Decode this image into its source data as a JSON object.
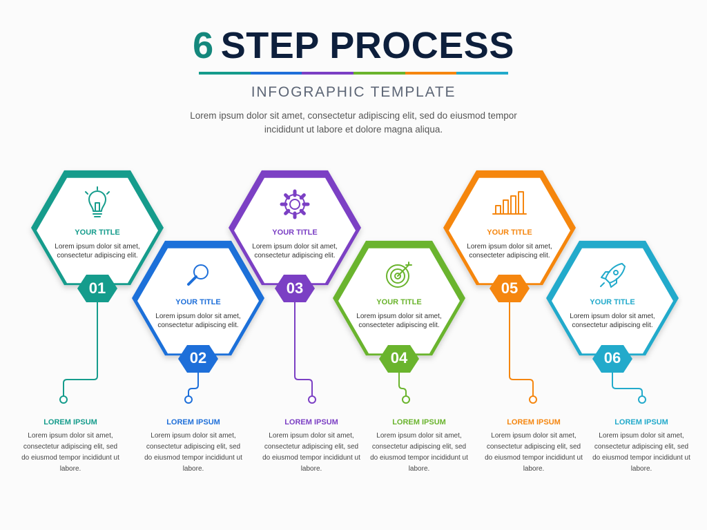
{
  "header": {
    "number": "6",
    "title": "STEP PROCESS",
    "subtitle": "INFOGRAPHIC TEMPLATE",
    "intro": "Lorem ipsum dolor sit amet, consectetur adipiscing elit, sed do eiusmod tempor incididunt ut labore et dolore magna aliqua."
  },
  "steps": [
    {
      "number": "01",
      "title": "YOUR TITLE",
      "text": "Lorem ipsum dolor sit amet, consectetur adipiscing elit.",
      "icon": "lightbulb-icon",
      "color": "#159c8c",
      "bottom_title": "LOREM IPSUM",
      "bottom_text": "Lorem ipsum dolor sit amet, consectetur adipiscing elit, sed do eiusmod tempor incididunt ut labore."
    },
    {
      "number": "02",
      "title": "YOUR TITLE",
      "text": "Lorem ipsum dolor sit amet, consectetur adipiscing elit.",
      "icon": "magnifier-icon",
      "color": "#1e6fd9",
      "bottom_title": "LOREM IPSUM",
      "bottom_text": "Lorem ipsum dolor sit amet, consectetur adipiscing elit, sed do eiusmod tempor incididunt ut labore."
    },
    {
      "number": "03",
      "title": "YOUR TITLE",
      "text": "Lorem ipsum dolor sit amet, consectetur adipiscing elit.",
      "icon": "gear-icon",
      "color": "#7b3fc4",
      "bottom_title": "LOREM IPSUM",
      "bottom_text": "Lorem ipsum dolor sit amet, consectetur adipiscing elit, sed do eiusmod tempor incididunt ut labore."
    },
    {
      "number": "04",
      "title": "YOUR TITLE",
      "text": "Lorem ipsum dolor sit amet, consecteter adipiscing elit.",
      "icon": "target-icon",
      "color": "#6ab42d",
      "bottom_title": "LOREM IPSUM",
      "bottom_text": "Lorem ipsum dolor sit amet, consectetur adipiscing elit, sed do eiusmod tempor incididunt ut labore."
    },
    {
      "number": "05",
      "title": "YOUR TITLE",
      "text": "Lorem ipsum dolor sit amet, consecteter adipiscing elit.",
      "icon": "bar-chart-icon",
      "color": "#f5860f",
      "bottom_title": "LOREM IPSUM",
      "bottom_text": "Lorem ipsum dolor sit amet, consectetur adipiscing elit, sed do eiusmod tempor incididunt ut labore."
    },
    {
      "number": "06",
      "title": "YOUR TITLE",
      "text": "Lorem ipsum dolor sit amet, consectetur adipiscing elit.",
      "icon": "rocket-icon",
      "color": "#22aacb",
      "bottom_title": "LOREM IPSUM",
      "bottom_text": "Lorem ipsum dolor sit amet, consectetur adipiscing elit, sed do eiusmod tempor incididunt ut labore."
    }
  ]
}
